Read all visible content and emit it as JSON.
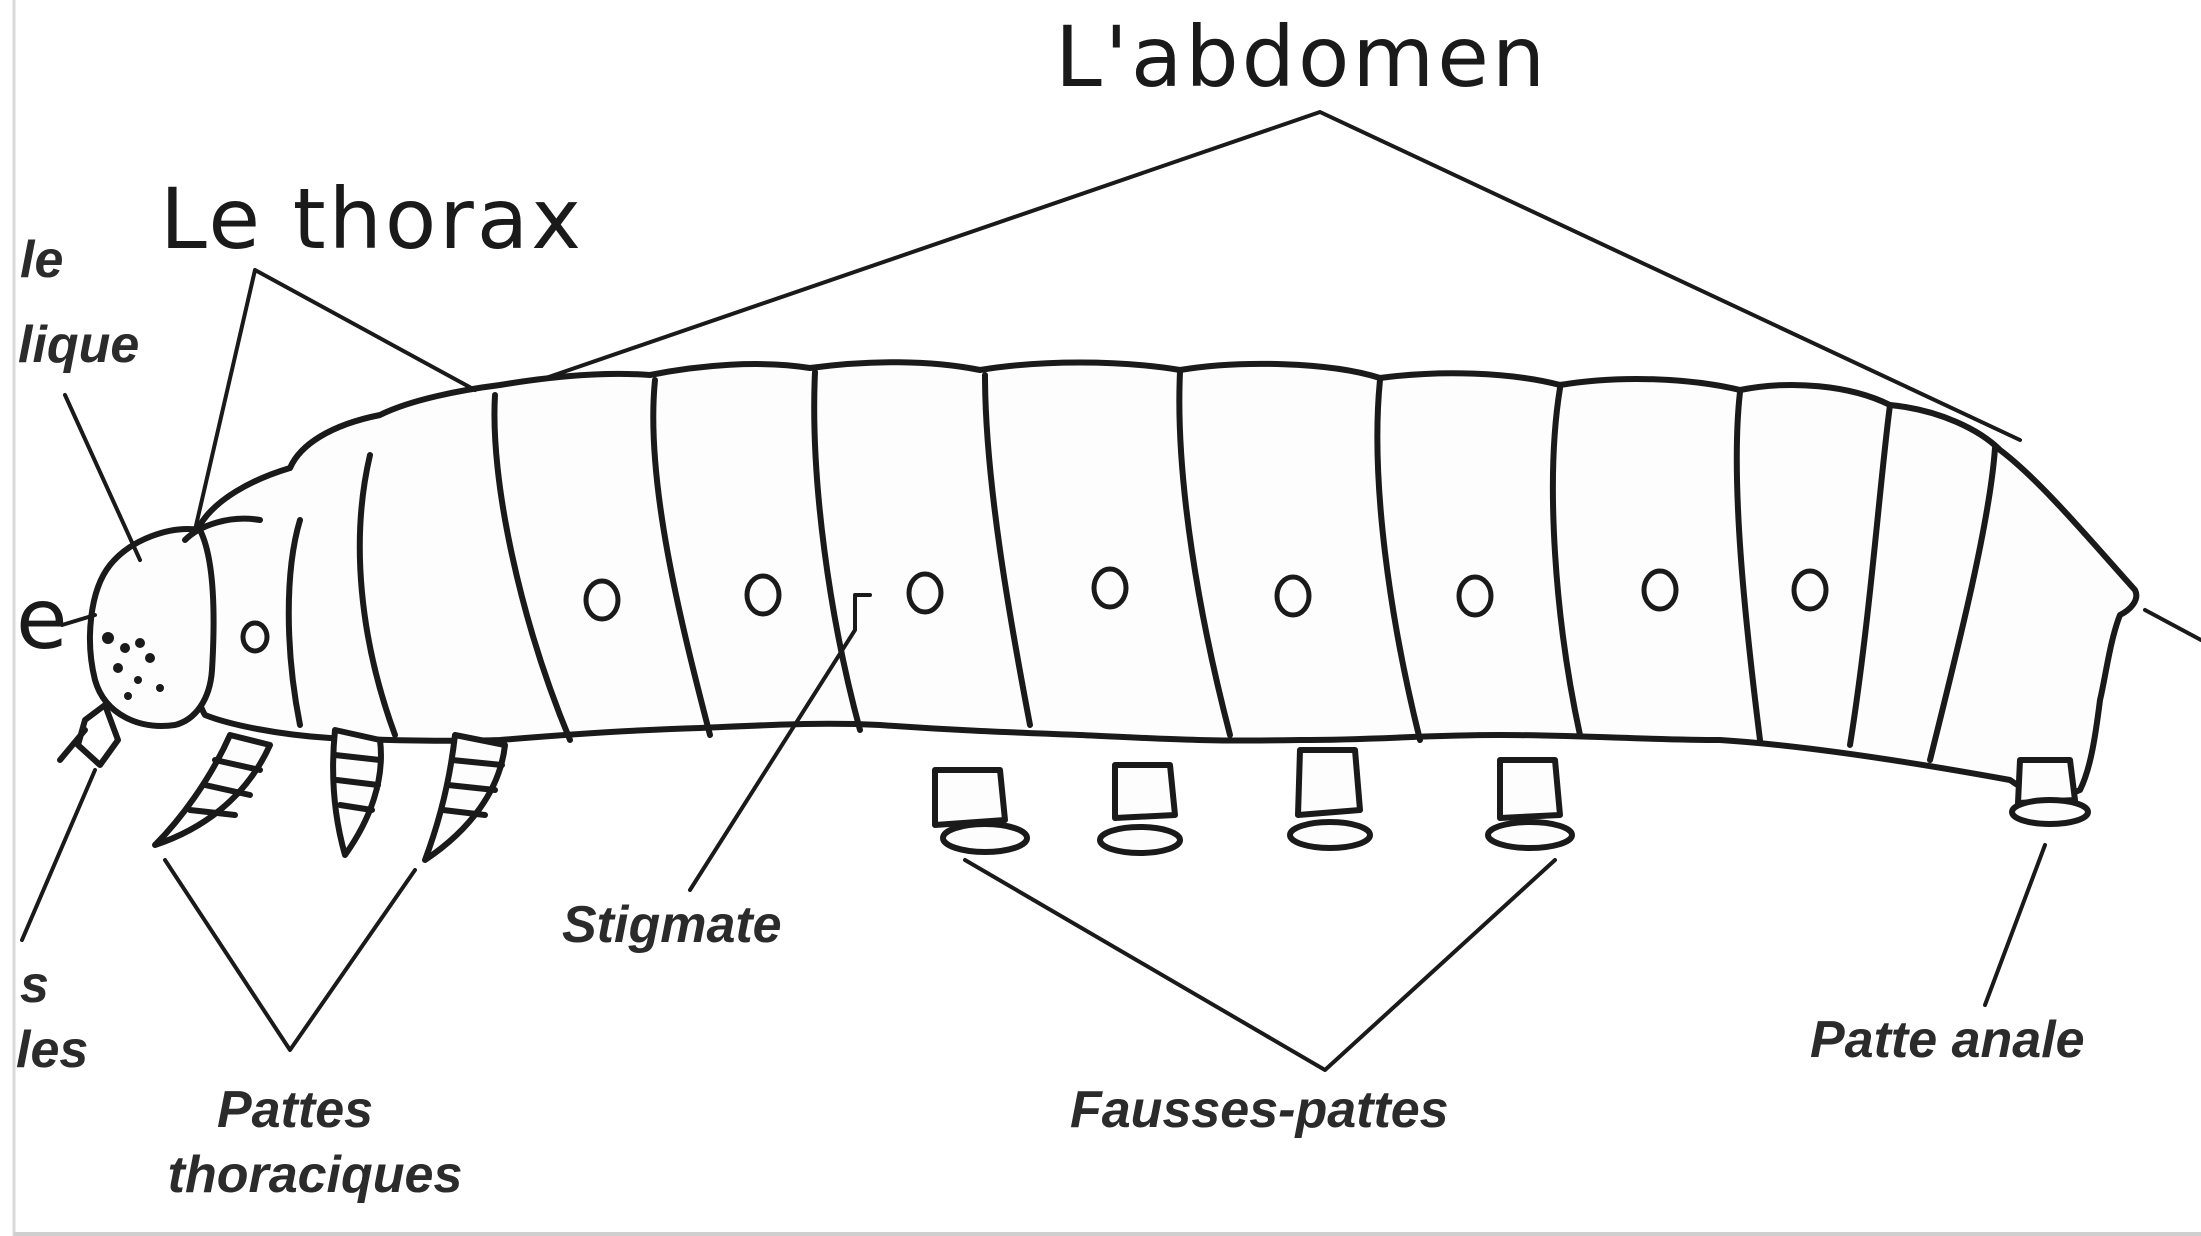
{
  "labels": {
    "abdomen": "L'abdomen",
    "thorax": "Le thorax",
    "stigmate": "Stigmate",
    "pattes_thoraciques_line1": "Pattes",
    "pattes_thoraciques_line2": "thoraciques",
    "fausses_pattes": "Fausses-pattes",
    "patte_anale": "Patte anale",
    "cut_left_1": "le",
    "cut_left_2": "lique",
    "cut_left_3": "e",
    "cut_left_4": "s",
    "cut_left_5": "les"
  },
  "colors": {
    "ink": "#1a1a1a",
    "background": "#ffffff",
    "body_fill": "#fdfdfd"
  }
}
